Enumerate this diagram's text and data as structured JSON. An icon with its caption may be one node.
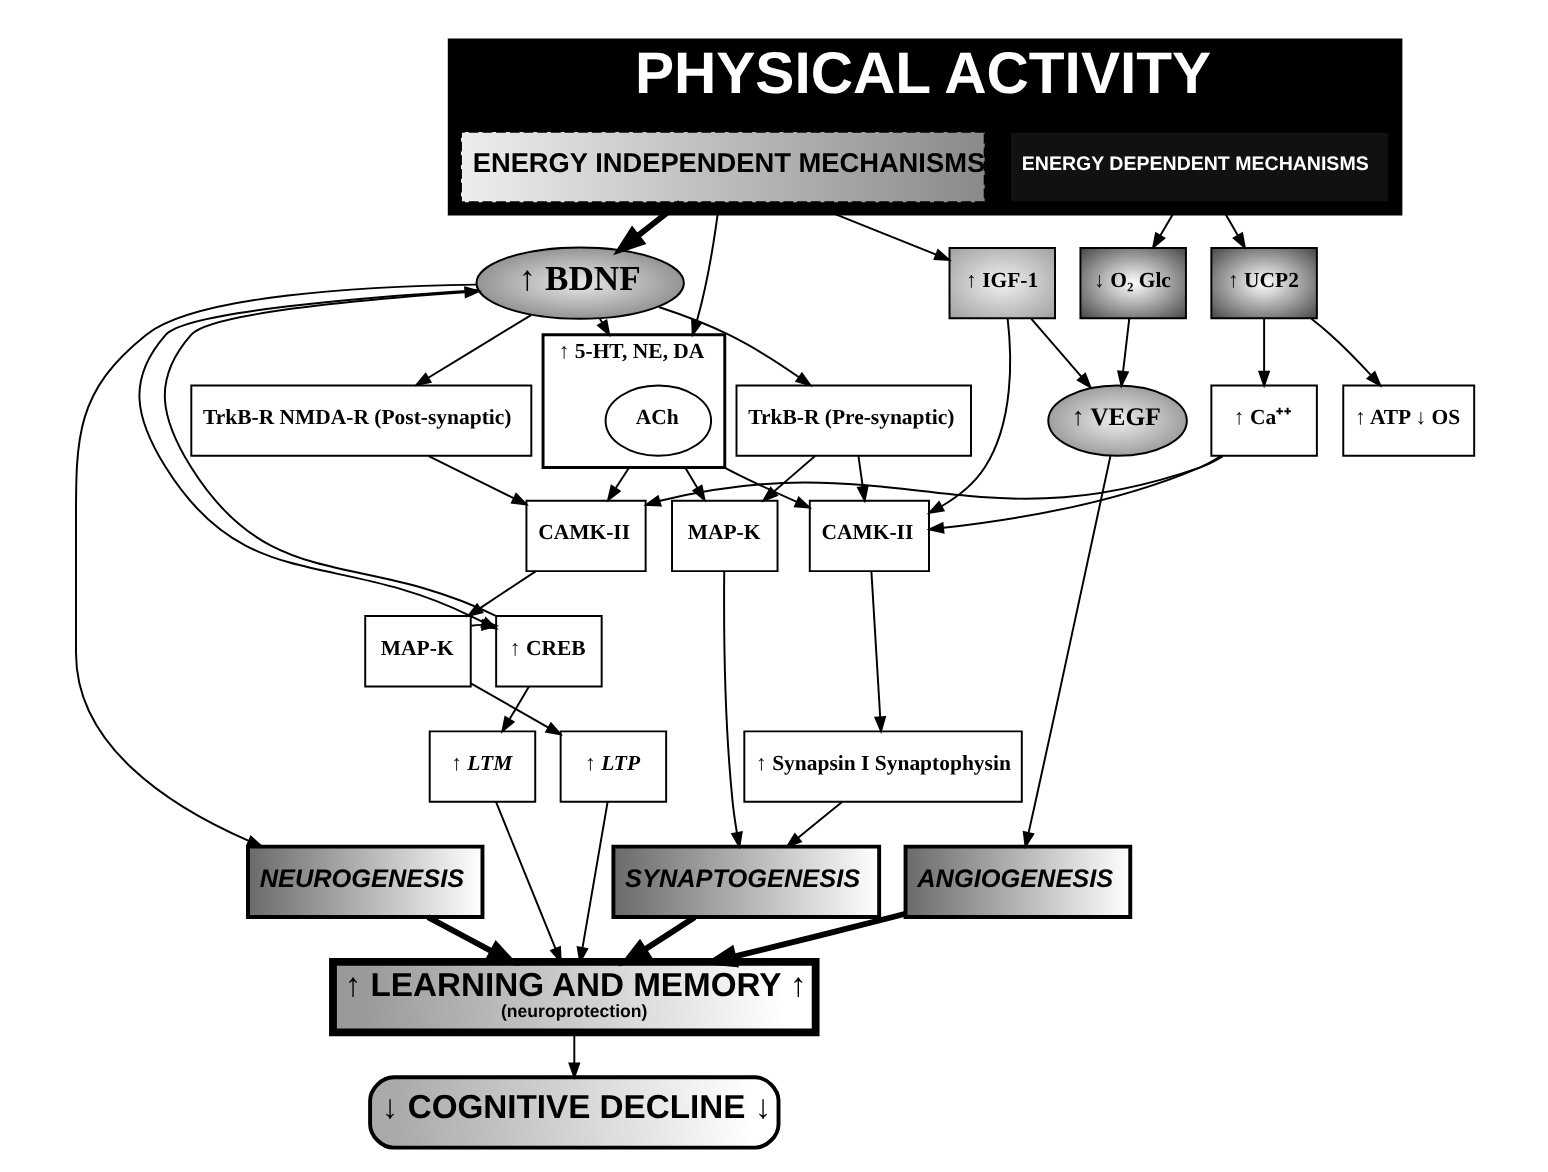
{
  "diagram": {
    "nodes": [
      {
        "text": [
          "PHYSICAL ACTIVITY"
        ]
      },
      {
        "text": [
          "ENERGY INDEPENDENT MECHANISMS"
        ],
        "in": 0
      },
      {
        "text": [
          "ENERGY DEPENDENT MECHANISMS"
        ],
        "in": 0
      },
      {
        "text": [
          "↑ BDNF"
        ]
      },
      {
        "text": [
          "↑ IGF-1"
        ]
      },
      {
        "text": [
          "↓ O₂ Glc"
        ]
      },
      {
        "text": [
          "↑ UCP2"
        ]
      },
      {
        "text": [
          "↑ 5-HT, NE, DA"
        ]
      },
      {
        "text": [
          "ACh"
        ],
        "in": 7
      },
      {
        "text": [
          "TrkB-R NMDA-R (Post-synaptic)"
        ]
      },
      {
        "text": [
          "TrkB-R (Pre-synaptic)"
        ]
      },
      {
        "text": [
          "↑ VEGF"
        ]
      },
      {
        "text": [
          "↑ Ca⁺⁺"
        ]
      },
      {
        "text": [
          "↑ ATP ↓ OS"
        ]
      },
      {
        "text": [
          "CAMK-II"
        ]
      },
      {
        "text": [
          "MAP-K"
        ]
      },
      {
        "text": [
          "CAMK-II"
        ]
      },
      {
        "text": [
          "↑ CREB"
        ]
      },
      {
        "text": [
          "MAP-K"
        ]
      },
      {
        "text": [
          "↑ Synapsin I Synaptophysin"
        ]
      },
      {
        "text": [
          "↑ LTM"
        ]
      },
      {
        "text": [
          "↑ LTP"
        ]
      },
      {
        "text": [
          "NEUROGENESIS"
        ]
      },
      {
        "text": [
          "SYNAPTOGENESIS"
        ]
      },
      {
        "text": [
          "ANGIOGENESIS"
        ]
      },
      {
        "text": [
          "↑ LEARNING AND MEMORY ↑",
          "(neuroprotection)"
        ]
      },
      {
        "text": [
          "↓ COGNITIVE DECLINE ↓"
        ]
      }
    ],
    "edges": [
      {
        "from": 1,
        "to": 7,
        "arrow": "to"
      },
      {
        "from": 1,
        "to": 3,
        "arrow": "to",
        "style": "thick"
      },
      {
        "from": 1,
        "to": 4,
        "arrow": "to"
      },
      {
        "from": 2,
        "to": 5,
        "arrow": "to"
      },
      {
        "from": 2,
        "to": 6,
        "arrow": "to"
      },
      {
        "from": 3,
        "to": 7,
        "arrow": "to"
      },
      {
        "from": 3,
        "to": 22,
        "arrow": "to"
      },
      {
        "from": 3,
        "to": 17,
        "arrow": "to"
      },
      {
        "from": 17,
        "to": 3,
        "arrow": "to"
      },
      {
        "from": 7,
        "to": 14,
        "arrow": "to"
      },
      {
        "from": 7,
        "to": 15,
        "arrow": "to"
      },
      {
        "from": 7,
        "to": 16,
        "arrow": "to"
      },
      {
        "from": 3,
        "to": 9,
        "arrow": "to"
      },
      {
        "from": 3,
        "to": 10,
        "arrow": "to"
      },
      {
        "from": 4,
        "to": 11,
        "arrow": "to"
      },
      {
        "from": 4,
        "to": 16,
        "arrow": "to"
      },
      {
        "from": 5,
        "to": 11,
        "arrow": "to"
      },
      {
        "from": 6,
        "to": 12,
        "arrow": "to"
      },
      {
        "from": 6,
        "to": 13,
        "arrow": "to"
      },
      {
        "from": 9,
        "to": 14,
        "arrow": "to"
      },
      {
        "from": 10,
        "to": 15,
        "arrow": "to"
      },
      {
        "from": 10,
        "to": 16,
        "arrow": "to"
      },
      {
        "from": 12,
        "to": 14,
        "arrow": "to"
      },
      {
        "from": 12,
        "to": 16,
        "arrow": "to"
      },
      {
        "from": 14,
        "to": 18,
        "arrow": "to"
      },
      {
        "from": 18,
        "to": 17,
        "arrow": "to"
      },
      {
        "from": 17,
        "to": 20,
        "arrow": "to"
      },
      {
        "from": 18,
        "to": 21,
        "arrow": "to"
      },
      {
        "from": 16,
        "to": 19,
        "arrow": "to"
      },
      {
        "from": 15,
        "to": 23,
        "arrow": "to"
      },
      {
        "from": 19,
        "to": 23,
        "arrow": "to"
      },
      {
        "from": 11,
        "to": 24,
        "arrow": "to"
      },
      {
        "from": 20,
        "to": 25,
        "arrow": "to"
      },
      {
        "from": 21,
        "to": 25,
        "arrow": "to"
      },
      {
        "from": 22,
        "to": 25,
        "arrow": "to",
        "style": "thick"
      },
      {
        "from": 23,
        "to": 25,
        "arrow": "to",
        "style": "thick"
      },
      {
        "from": 24,
        "to": 25,
        "arrow": "to",
        "style": "thick"
      },
      {
        "from": 25,
        "to": 26,
        "arrow": "to"
      }
    ]
  }
}
